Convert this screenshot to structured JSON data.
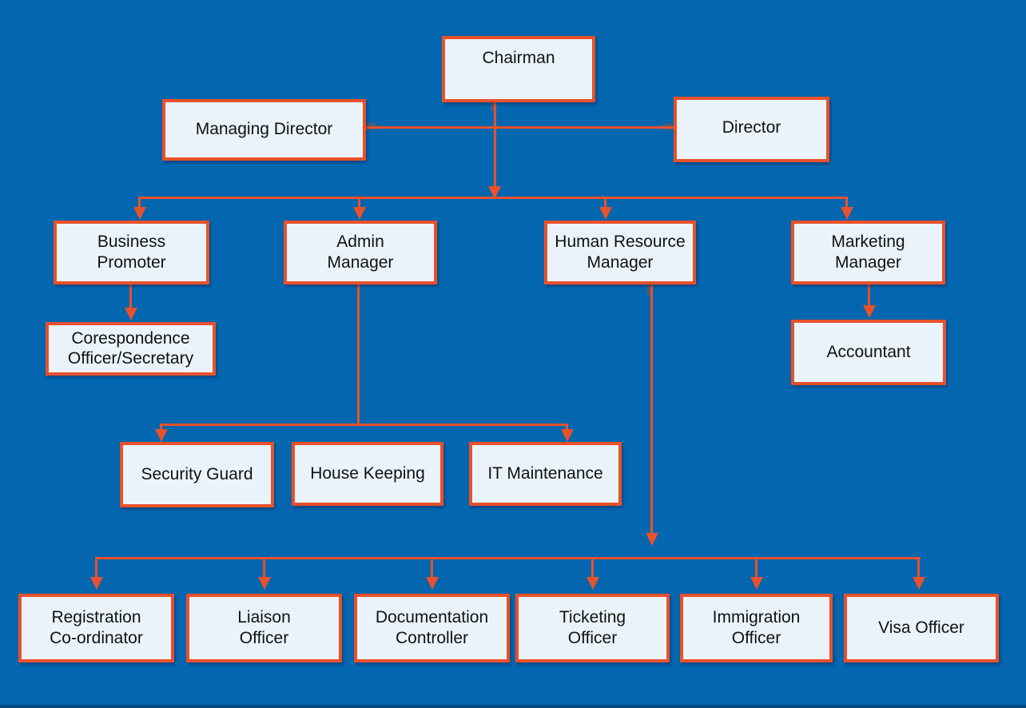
{
  "colors": {
    "background": "#0366af",
    "box_fill": "#eaf3fa",
    "box_border": "#e8512b",
    "connector": "#e8512b",
    "text": "#121212"
  },
  "nodes": {
    "chairman": {
      "label": "Chairman"
    },
    "managing_director": {
      "label": "Managing Director"
    },
    "director": {
      "label": "Director"
    },
    "business_promoter": {
      "label": "Business\nPromoter"
    },
    "admin_manager": {
      "label": "Admin\nManager"
    },
    "hr_manager": {
      "label": "Human Resource\nManager"
    },
    "marketing_manager": {
      "label": "Marketing\nManager"
    },
    "correspondence_officer": {
      "label": "Corespondence\nOfficer/Secretary"
    },
    "accountant": {
      "label": "Accountant"
    },
    "security_guard": {
      "label": "Security Guard"
    },
    "house_keeping": {
      "label": "House Keeping"
    },
    "it_maintenance": {
      "label": "IT Maintenance"
    },
    "registration_coordinator": {
      "label": "Registration\nCo-ordinator"
    },
    "liaison_officer": {
      "label": "Liaison\nOfficer"
    },
    "documentation_controller": {
      "label": "Documentation\nController"
    },
    "ticketing_officer": {
      "label": "Ticketing\nOfficer"
    },
    "immigration_officer": {
      "label": "Immigration\nOfficer"
    },
    "visa_officer": {
      "label": "Visa Officer"
    }
  },
  "hierarchy": {
    "top": "chairman",
    "lateral_to_top": [
      "managing_director",
      "director"
    ],
    "reports": {
      "chairman": [
        "business_promoter",
        "admin_manager",
        "hr_manager",
        "marketing_manager"
      ],
      "business_promoter": [
        "correspondence_officer"
      ],
      "admin_manager": [
        "security_guard",
        "house_keeping",
        "it_maintenance"
      ],
      "hr_manager": [
        "registration_coordinator",
        "liaison_officer",
        "documentation_controller",
        "ticketing_officer",
        "immigration_officer",
        "visa_officer"
      ],
      "marketing_manager": [
        "accountant"
      ]
    }
  }
}
